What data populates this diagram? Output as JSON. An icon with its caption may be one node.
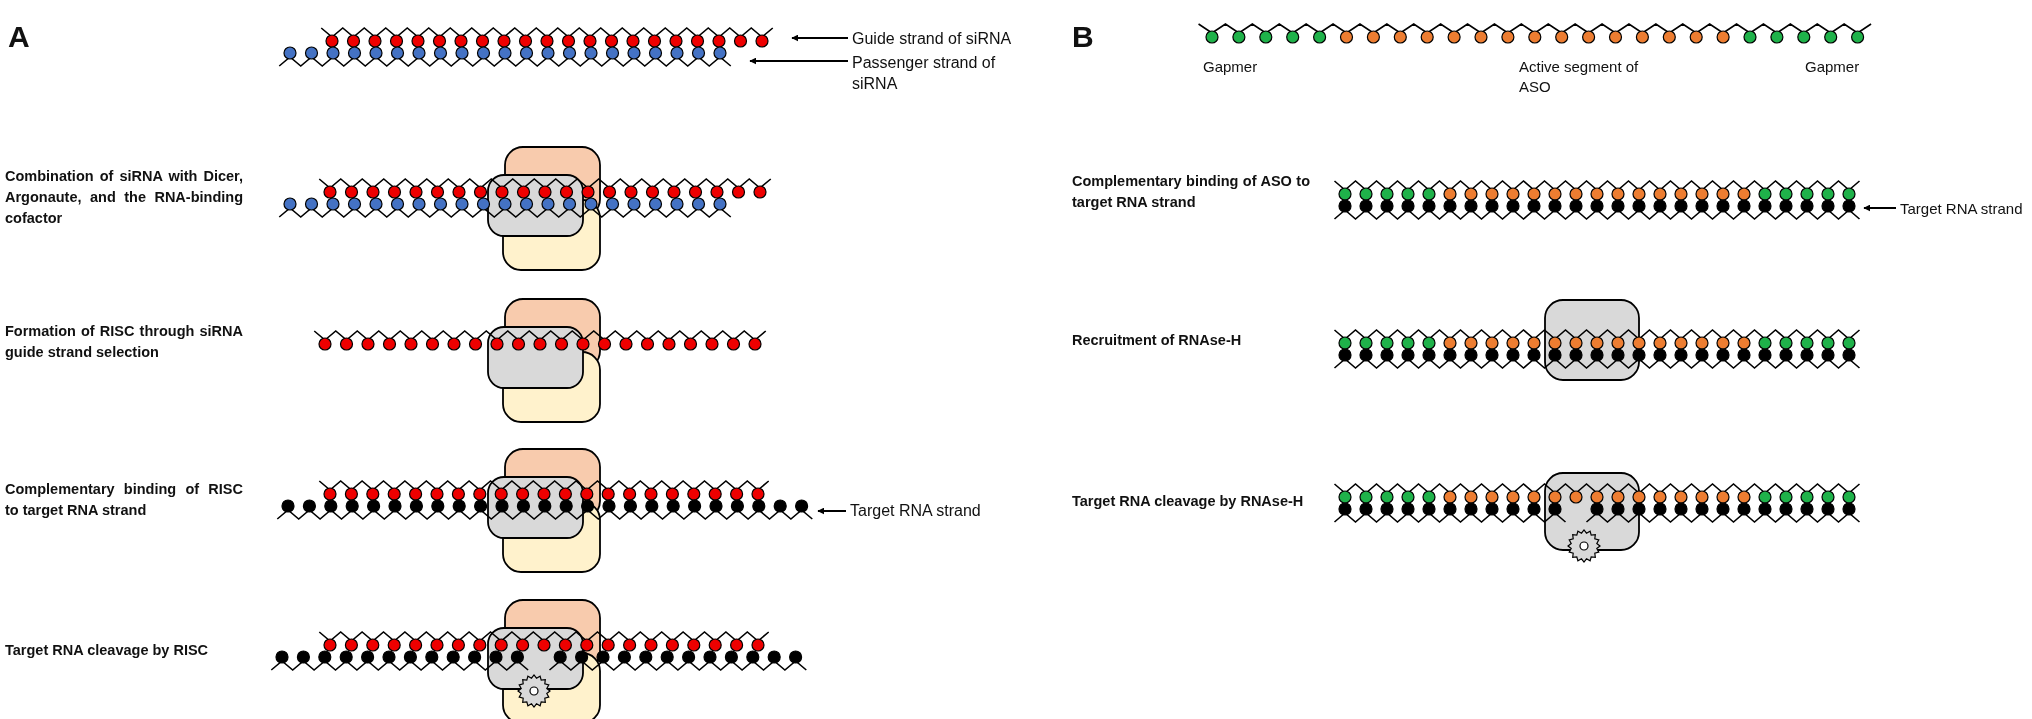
{
  "diagram": {
    "nodes": [
      {
        "text": [
          "Guide strand of siRNA"
        ]
      },
      {
        "text": [
          "Passenger strand of siRNA"
        ]
      },
      {
        "text": [
          "Target RNA strand"
        ]
      },
      {
        "text": [
          "Target RNA strand"
        ]
      }
    ],
    "edges": [
      {
        "from": 0,
        "to": null,
        "arrow": "to"
      },
      {
        "from": 1,
        "to": null,
        "arrow": "to"
      },
      {
        "from": 2,
        "to": null,
        "arrow": "to"
      },
      {
        "from": 3,
        "to": null,
        "arrow": "to"
      }
    ],
    "labels": [
      "A",
      "B",
      "Gapmer",
      "Active segment of ASO",
      "Gapmer",
      "Combination of siRNA with Dicer, Argonaute, and the RNA-binding cofactor",
      "Complementary binding of ASO to target RNA strand",
      "Formation of RISC through siRNA guide strand selection",
      "Recruitment of RNAse-H",
      "Complementary binding of RISC to target RNA strand",
      "Target RNA cleavage by RNAse-H",
      "Target RNA cleavage by RISC"
    ]
  }
}
